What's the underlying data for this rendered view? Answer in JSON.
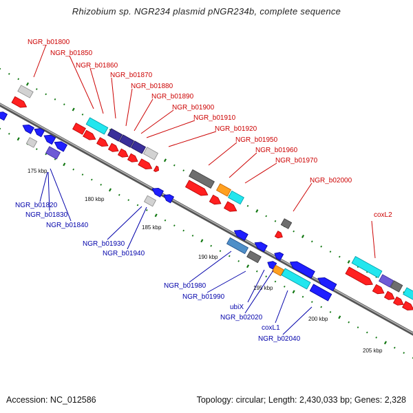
{
  "title": "Rhizobium sp. NGR234 plasmid pNGR234b, complete sequence",
  "footer": {
    "accession": "Accession: NC_012586",
    "summary": "Topology: circular; Length: 2,430,033 bp; Genes: 2,328"
  },
  "colors": {
    "forward_label": "#cc0000",
    "reverse_label": "#0000aa",
    "backbone": "#7f7f7f",
    "tick": "#117711"
  },
  "scale_labels": [
    "175 kbp",
    "180 kbp",
    "185 kbp",
    "190 kbp",
    "195 kbp",
    "200 kbp",
    "205 kbp"
  ],
  "forward_labels": [
    "NGR_b01800",
    "NGR_b01850",
    "NGR_b01860",
    "NGR_b01870",
    "NGR_b01880",
    "NGR_b01890",
    "NGR_b01900",
    "NGR_b01910",
    "NGR_b01920",
    "NGR_b01950",
    "NGR_b01960",
    "NGR_b01970",
    "NGR_b02000",
    "coxL2"
  ],
  "reverse_labels": [
    "NGR_b01820",
    "NGR_b01830",
    "NGR_b01840",
    "NGR_b01930",
    "NGR_b01940",
    "NGR_b01980",
    "NGR_b01990",
    "ubiX",
    "NGR_b02020",
    "coxL1",
    "NGR_b02040"
  ]
}
